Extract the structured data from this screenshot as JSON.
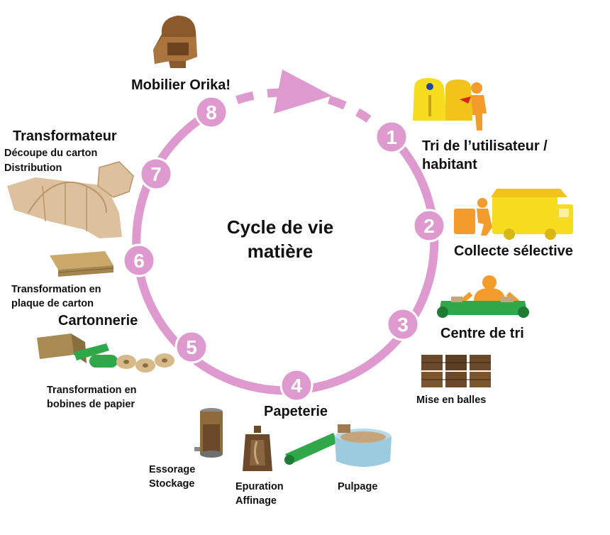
{
  "center_title": {
    "line1": "Cycle de vie",
    "line2": "matière"
  },
  "colors": {
    "cycle": "#de99cf",
    "yellow": "#f5dc1e",
    "orange": "#f39b2b",
    "cardboard": "#c7a57c",
    "green": "#2fa84a",
    "text": "#111111"
  },
  "steps": [
    {
      "number": "1",
      "title": "Tri de l’utilisateur /",
      "title2": "habitant"
    },
    {
      "number": "2",
      "title": "Collecte sélective"
    },
    {
      "number": "3",
      "title": "Centre de tri",
      "sub": "Mise en balles"
    },
    {
      "number": "4",
      "title": "Papeterie",
      "sub1": "Pulpage",
      "sub2a": "Epuration",
      "sub2b": "Affinage",
      "sub3a": "Essorage",
      "sub3b": "Stockage"
    },
    {
      "number": "5",
      "title": "Cartonnerie",
      "sub1": "Transformation en",
      "sub2": "bobines de papier"
    },
    {
      "number": "6",
      "sub1": "Transformation en",
      "sub2": "plaque de carton"
    },
    {
      "number": "7",
      "title": "Transformateur",
      "sub1": "Découpe du carton",
      "sub2": "Distribution"
    },
    {
      "number": "8",
      "title": "Mobilier Orika!"
    }
  ],
  "icons": {
    "chair": "cardboard-chair-icon",
    "bins": "sorting-bins-icon",
    "truck": "garbage-truck-icon",
    "conveyor": "sorting-conveyor-icon",
    "bales": "cardboard-bales-icon",
    "pulper": "pulper-tank-icon",
    "purifier": "purification-tank-icon",
    "storage": "storage-tank-icon",
    "rolls": "paper-rolls-icon",
    "sheets": "cardboard-sheets-icon",
    "cutout": "cardboard-cutout-icon"
  }
}
